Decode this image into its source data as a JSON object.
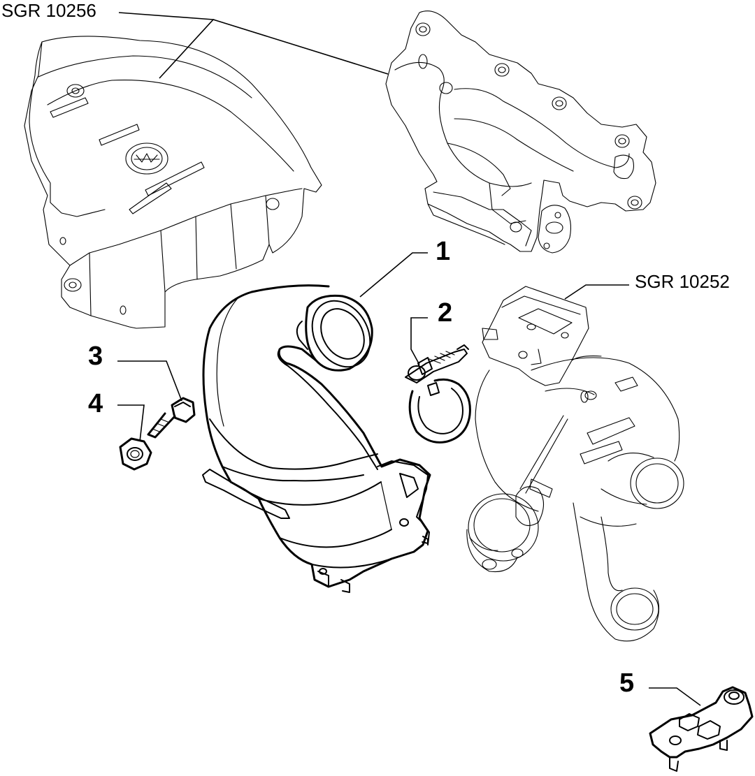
{
  "diagram": {
    "references": {
      "manifold_ref": "SGR 10256",
      "turbo_ref": "SGR 10252"
    },
    "callouts": [
      {
        "id": "1",
        "label": "1"
      },
      {
        "id": "2",
        "label": "2"
      },
      {
        "id": "3",
        "label": "3"
      },
      {
        "id": "4",
        "label": "4"
      },
      {
        "id": "5",
        "label": "5"
      }
    ]
  }
}
